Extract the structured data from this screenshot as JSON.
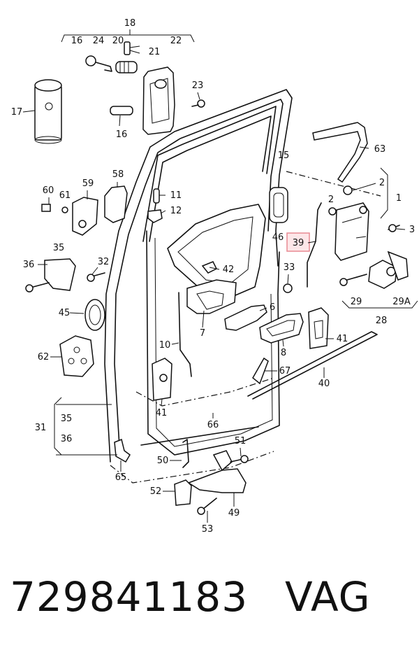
{
  "diagram": {
    "callouts": [
      {
        "id": "c18",
        "text": "18"
      },
      {
        "id": "c16a",
        "text": "16"
      },
      {
        "id": "c24",
        "text": "24"
      },
      {
        "id": "c20",
        "text": "20"
      },
      {
        "id": "c22",
        "text": "22"
      },
      {
        "id": "c21",
        "text": "21"
      },
      {
        "id": "c23",
        "text": "23"
      },
      {
        "id": "c17",
        "text": "17"
      },
      {
        "id": "c16b",
        "text": "16"
      },
      {
        "id": "c15",
        "text": "15"
      },
      {
        "id": "c63",
        "text": "63"
      },
      {
        "id": "c58",
        "text": "58"
      },
      {
        "id": "c59",
        "text": "59"
      },
      {
        "id": "c60",
        "text": "60"
      },
      {
        "id": "c61",
        "text": "61"
      },
      {
        "id": "c11",
        "text": "11"
      },
      {
        "id": "c12",
        "text": "12"
      },
      {
        "id": "c2a",
        "text": "2"
      },
      {
        "id": "c1",
        "text": "1"
      },
      {
        "id": "c2b",
        "text": "2"
      },
      {
        "id": "c3",
        "text": "3"
      },
      {
        "id": "c46",
        "text": "46"
      },
      {
        "id": "c39",
        "text": "39"
      },
      {
        "id": "c35a",
        "text": "35"
      },
      {
        "id": "c36a",
        "text": "36"
      },
      {
        "id": "c32",
        "text": "32"
      },
      {
        "id": "c42",
        "text": "42"
      },
      {
        "id": "c33",
        "text": "33"
      },
      {
        "id": "c29",
        "text": "29"
      },
      {
        "id": "c29A",
        "text": "29A"
      },
      {
        "id": "c28",
        "text": "28"
      },
      {
        "id": "c45",
        "text": "45"
      },
      {
        "id": "c6",
        "text": "6"
      },
      {
        "id": "c7",
        "text": "7"
      },
      {
        "id": "c8",
        "text": "8"
      },
      {
        "id": "c41a",
        "text": "41"
      },
      {
        "id": "c10",
        "text": "10"
      },
      {
        "id": "c62",
        "text": "62"
      },
      {
        "id": "c67",
        "text": "67"
      },
      {
        "id": "c40",
        "text": "40"
      },
      {
        "id": "c41b",
        "text": "41"
      },
      {
        "id": "c31",
        "text": "31"
      },
      {
        "id": "c35b",
        "text": "35"
      },
      {
        "id": "c36b",
        "text": "36"
      },
      {
        "id": "c66",
        "text": "66"
      },
      {
        "id": "c51",
        "text": "51"
      },
      {
        "id": "c50",
        "text": "50"
      },
      {
        "id": "c65",
        "text": "65"
      },
      {
        "id": "c52",
        "text": "52"
      },
      {
        "id": "c49",
        "text": "49"
      },
      {
        "id": "c53",
        "text": "53"
      }
    ],
    "highlighted_callout": "39",
    "highlight_color": "#fde6e8"
  },
  "footer": {
    "part_number": "729841183",
    "brand": "VAG"
  }
}
